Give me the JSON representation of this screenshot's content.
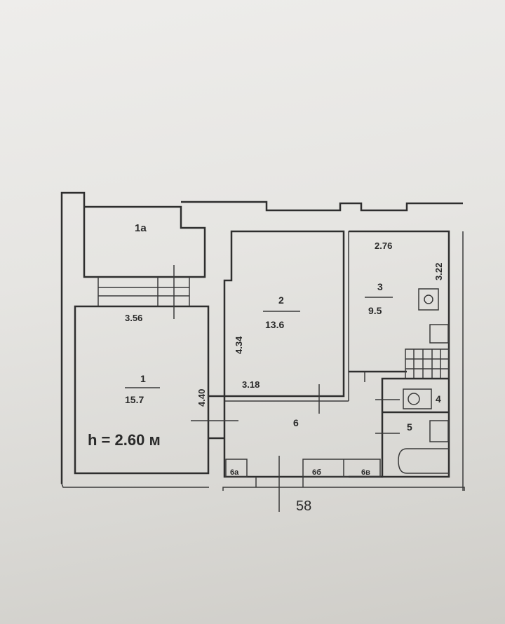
{
  "plan": {
    "ceiling_height": "h = 2.60 м",
    "building_number": "58",
    "rooms": [
      {
        "number": "1a",
        "label": "1а"
      },
      {
        "number": "1",
        "label": "1",
        "area": "15.7",
        "width": "3.56",
        "length": "4.40"
      },
      {
        "number": "2",
        "label": "2",
        "area": "13.6",
        "width": "3.18",
        "length": "4.34"
      },
      {
        "number": "3",
        "label": "3",
        "area": "9.5",
        "width": "2.76",
        "length": "3.22"
      },
      {
        "number": "4",
        "label": "4"
      },
      {
        "number": "5",
        "label": "5"
      },
      {
        "number": "6",
        "label": "6"
      },
      {
        "number": "6a",
        "label": "6а"
      },
      {
        "number": "6b",
        "label": "6б"
      },
      {
        "number": "6v",
        "label": "6в"
      }
    ]
  }
}
